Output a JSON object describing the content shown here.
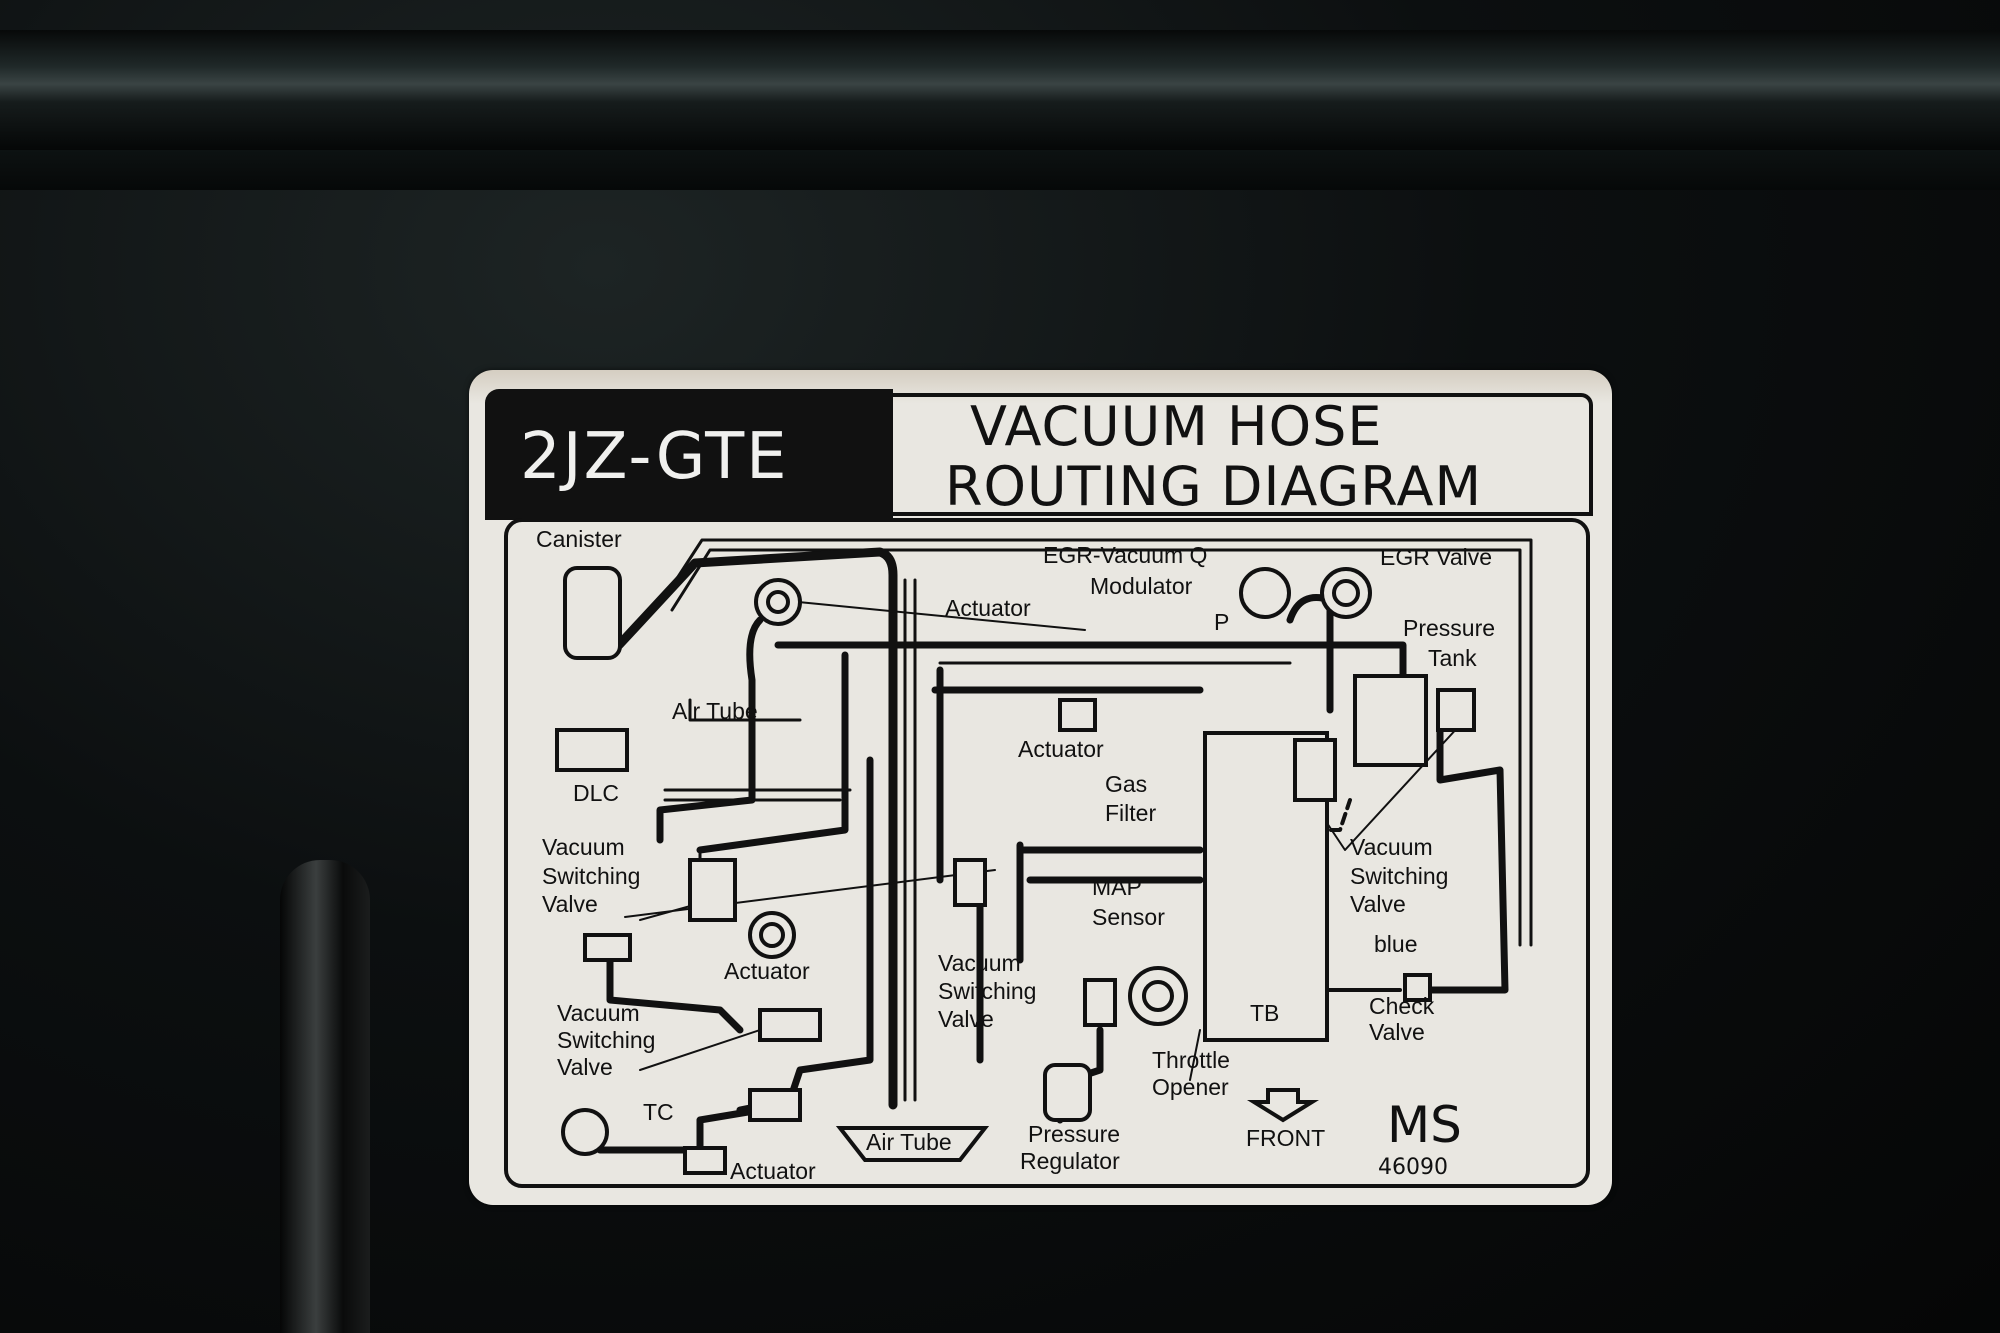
{
  "header": {
    "model": "2JZ-GTE",
    "title_line1": "VACUUM HOSE",
    "title_line2": "ROUTING DIAGRAM"
  },
  "labels": {
    "canister": "Canister",
    "egr_vacuum": "EGR-Vacuum Q",
    "modulator": "Modulator",
    "egr_valve": "EGR Valve",
    "actuator_top": "Actuator",
    "p": "P",
    "pressure": "Pressure",
    "tank": "Tank",
    "air_tube_top": "Air Tube",
    "actuator_mid": "Actuator",
    "dlc": "DLC",
    "gas": "Gas",
    "filter": "Filter",
    "vsv_left_1": "Vacuum",
    "vsv_left_2": "Switching",
    "vsv_left_3": "Valve",
    "vsv_right_1": "Vacuum",
    "vsv_right_2": "Switching",
    "vsv_right_3": "Valve",
    "map": "MAP",
    "sensor": "Sensor",
    "blue": "blue",
    "actuator_left": "Actuator",
    "vsv_mid_1": "Vacuum",
    "vsv_mid_2": "Switching",
    "vsv_mid_3": "Valve",
    "tb": "TB",
    "check": "Check",
    "valve": "Valve",
    "vsv_low_1": "Vacuum",
    "vsv_low_2": "Switching",
    "vsv_low_3": "Valve",
    "tc": "TC",
    "throttle": "Throttle",
    "opener": "Opener",
    "pressure_reg": "Pressure",
    "regulator": "Regulator",
    "air_tube_bottom": "Air Tube",
    "front": "FRONT",
    "actuator_bottom": "Actuator"
  },
  "footer": {
    "ms": "MS",
    "code": "46090"
  }
}
